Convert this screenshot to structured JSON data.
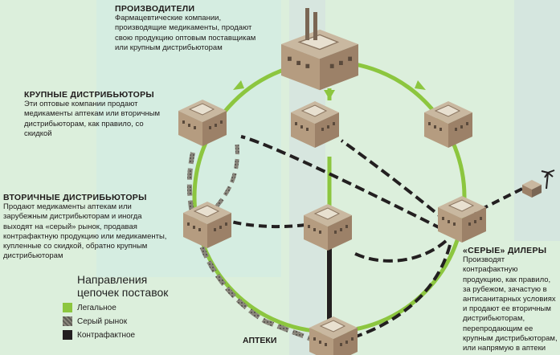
{
  "producers": {
    "title": "ПРОИЗВОДИТЕЛИ",
    "text": "Фармацевтические компании, производящие медикаменты, продают свою продукцию оптовым поставщикам или крупным дистрибьюторам"
  },
  "large_distributors": {
    "title": "КРУПНЫЕ ДИСТРИБЬЮТОРЫ",
    "text": "Эти оптовые компании продают медикаменты аптекам или вторичным дистрибьюторам, как правило, со скидкой"
  },
  "secondary_distributors": {
    "title": "ВТОРИЧНЫЕ ДИСТРИБЬЮТОРЫ",
    "text": "Продают медикаменты аптекам или зарубежным дистрибьюторам и иногда выходят на «серый» рынок, продавая контрафактную продукцию или медикаменты, купленные со скидкой, обратно крупным дистрибьюторам"
  },
  "grey_dealers": {
    "title": "«СЕРЫЕ» ДИЛЕРЫ",
    "text": "Производят контрафактную продукцию, как правило, за рубежом, зачастую в антисанитарных условиях и продают ее вторичным дистрибьюторам, перепродающим ее крупным дистрибьюторам, или напрямую в аптеки"
  },
  "pharmacies": {
    "title": "АПТЕКИ"
  },
  "legend": {
    "title": "Направления цепочек поставок",
    "items": [
      {
        "label": "Легальное",
        "color": "#8cc63f"
      },
      {
        "label": "Серый рынок",
        "color": "#7d7a72"
      },
      {
        "label": "Контрафактное",
        "color": "#231f20"
      }
    ]
  }
}
